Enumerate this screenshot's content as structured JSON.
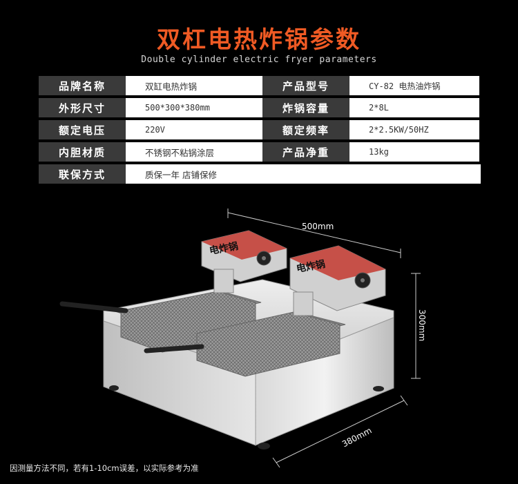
{
  "header": {
    "title": "双杠电热炸锅参数",
    "subtitle": "Double cylinder electric fryer parameters"
  },
  "specs": {
    "rows": [
      {
        "label1": "品牌名称",
        "value1": "双缸电热炸锅",
        "label2": "产品型号",
        "value2": "CY-82 电热油炸锅"
      },
      {
        "label1": "外形尺寸",
        "value1": "500*300*380mm",
        "label2": "炸锅容量",
        "value2": "2*8L"
      },
      {
        "label1": "额定电压",
        "value1": "220V",
        "label2": "额定频率",
        "value2": "2*2.5KW/50HZ"
      },
      {
        "label1": "内胆材质",
        "value1": "不锈钢不粘锅涂层",
        "label2": "产品净重",
        "value2": "13kg"
      }
    ],
    "last_row": {
      "label": "联保方式",
      "value": "质保一年  店铺保修"
    }
  },
  "dimensions": {
    "width": "500mm",
    "height": "300mm",
    "depth": "380mm"
  },
  "panel_text": {
    "brand": "电炸锅"
  },
  "footnote": "因测量方法不同，若有1-10cm误差，以实际参考为准",
  "colors": {
    "title": "#ef5a24",
    "label_bg": "#3a3a3a",
    "value_bg": "#ffffff",
    "background": "#000000"
  }
}
